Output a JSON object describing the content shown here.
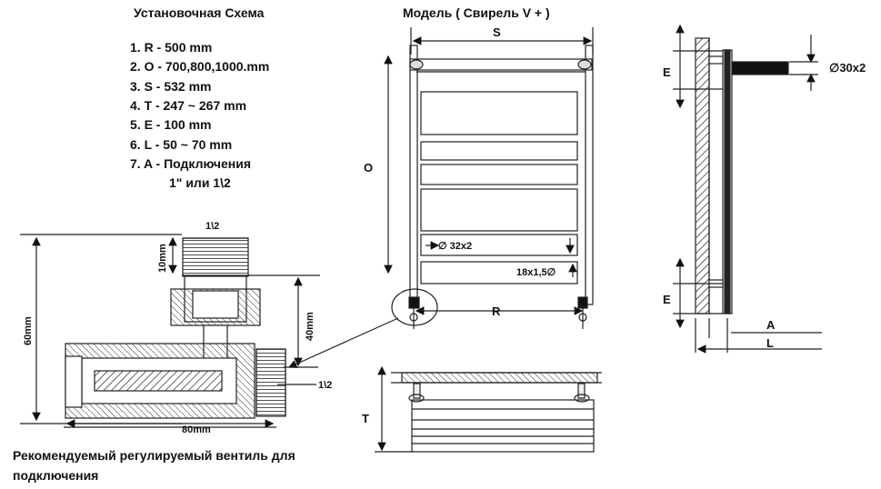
{
  "install_scheme": {
    "title": "Установочная Схема",
    "items": [
      "1. R - 500 mm",
      "2. O - 700,800,1000.mm",
      "3. S - 532 mm",
      "4. T - 247 ~ 267 mm",
      "5. E - 100 mm",
      "6. L - 50 ~ 70 mm",
      "7. A - Подключения",
      "1\" или 1\\2"
    ]
  },
  "model": {
    "title": "Модель  ( Свирель V + )"
  },
  "front_view": {
    "label_s": "S",
    "label_o": "O",
    "label_r": "R",
    "pipe_label": "32x2",
    "valve_label": "18x1,5"
  },
  "side_view": {
    "label_e_top": "E",
    "label_e_bottom": "E",
    "label_a": "A",
    "label_l": "L",
    "bracket_label": "30x2"
  },
  "top_view": {
    "label_t": "T"
  },
  "valve": {
    "top_thread": "1\\2",
    "dim_10": "10mm",
    "dim_60": "60mm",
    "dim_40": "40mm",
    "dim_80": "80mm",
    "side_thread": "1\\2",
    "caption_line1": "Рекомендуемый регулируемый вентиль для",
    "caption_line2": "подключения"
  },
  "diameter_symbol": "∅"
}
